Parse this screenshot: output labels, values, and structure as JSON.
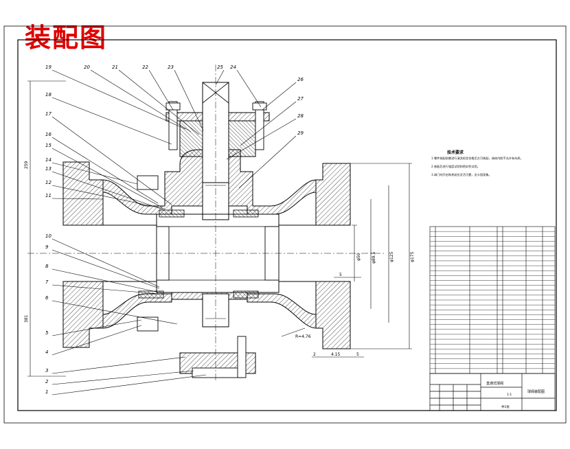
{
  "drawing_title": "装配图",
  "balloons": [
    "1",
    "2",
    "3",
    "4",
    "5",
    "6",
    "7",
    "8",
    "9",
    "10",
    "11",
    "12",
    "13",
    "14",
    "15",
    "16",
    "17",
    "18",
    "19",
    "20",
    "21",
    "22",
    "23",
    "24",
    "25",
    "26",
    "27",
    "28",
    "29"
  ],
  "dimensions": {
    "left_top": "259",
    "left_bottom": "381",
    "bore": "φ50",
    "inner1": "φ89.5",
    "mid": "φ125",
    "flange": "φ175",
    "bottom1": "4.15",
    "bottom2": "5",
    "bottom3": "2",
    "small": "5",
    "radius": "R=4.76"
  },
  "notes": {
    "title": "技术要求",
    "lines": [
      "1.零件装配前需进行清洗检验合格后方可装配，阀体内腔不允许有杂质。",
      "2.装配后进行强度试验和密封性试验。",
      "3.阀门的开启和关闭应灵活可靠，无卡阻现象。"
    ]
  },
  "title_block": {
    "part_name": "直通式球阀",
    "drawing_name": "球阀装配图",
    "scale": "1:1",
    "sheet": "共1张"
  },
  "colors": {
    "line": "#000000",
    "stamp": "#e00000",
    "hatch": "#000000"
  }
}
